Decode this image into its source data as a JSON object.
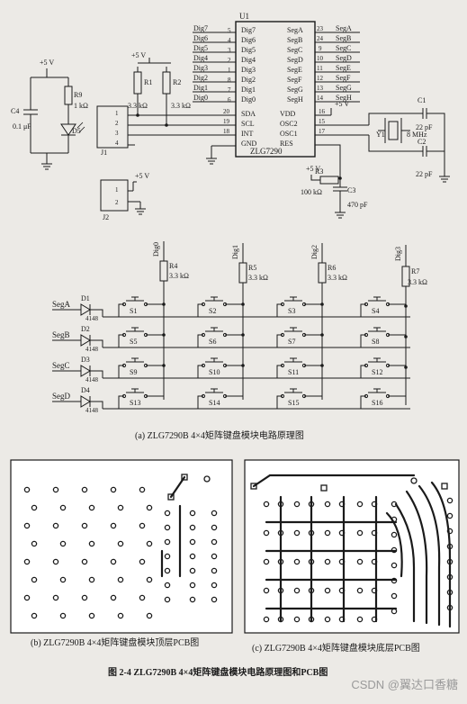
{
  "u1": {
    "name": "U1",
    "chip": "ZLG7290",
    "left_pins": [
      "Dig7",
      "Dig6",
      "Dig5",
      "Dig4",
      "Dig3",
      "Dig2",
      "Dig1",
      "Dig0"
    ],
    "left_pin_nums": [
      "5",
      "4",
      "3",
      "2",
      "1",
      "8",
      "7",
      "6"
    ],
    "right_pins": [
      "SegA",
      "SegB",
      "SegC",
      "SegD",
      "SegE",
      "SegF",
      "SegG",
      "SegH"
    ],
    "right_pin_nums": [
      "23",
      "24",
      "9",
      "10",
      "11",
      "12",
      "13",
      "14"
    ],
    "bottom_left_pins": [
      "SDA",
      "SCL",
      "INT",
      "GND"
    ],
    "bottom_left_nums": [
      "20",
      "19",
      "18",
      ""
    ],
    "bottom_right_pins": [
      "VDD",
      "OSC2",
      "OSC1",
      "RES"
    ],
    "bottom_right_nums": [
      "16",
      "15",
      "17",
      ""
    ]
  },
  "supply": "+5 V",
  "r1": {
    "name": "R1",
    "value": "3.3 kΩ"
  },
  "r2": {
    "name": "R2",
    "value": "3.3 kΩ"
  },
  "r3": {
    "name": "R3",
    "value": "100 kΩ"
  },
  "r9": {
    "name": "R9",
    "value": "1 kΩ"
  },
  "c1": {
    "name": "C1",
    "value": "22 pF"
  },
  "c2": {
    "name": "C2",
    "value": "22 pF"
  },
  "c3": {
    "name": "C3",
    "value": "470 pF"
  },
  "c4": {
    "name": "C4",
    "value": "0.1 μF"
  },
  "y1": {
    "name": "Y1",
    "value": "8 MHz"
  },
  "d5": "D5",
  "j1": {
    "name": "J1",
    "pins": [
      "1",
      "2",
      "3",
      "4"
    ]
  },
  "j2": {
    "name": "J2",
    "pins": [
      "1",
      "2"
    ]
  },
  "dig_cols": [
    {
      "net": "Dig0",
      "res": "R4",
      "value": "3.3 kΩ"
    },
    {
      "net": "Dig1",
      "res": "R5",
      "value": "3.3 kΩ"
    },
    {
      "net": "Dig2",
      "res": "R6",
      "value": "3.3 kΩ"
    },
    {
      "net": "Dig3",
      "res": "R7",
      "value": "3.3 kΩ"
    }
  ],
  "seg_rows": [
    {
      "net": "SegA",
      "diode": "D1",
      "part": "4148"
    },
    {
      "net": "SegB",
      "diode": "D2",
      "part": "4148"
    },
    {
      "net": "SegC",
      "diode": "D3",
      "part": "4148"
    },
    {
      "net": "SegD",
      "diode": "D4",
      "part": "4148"
    }
  ],
  "switches": [
    "S1",
    "S2",
    "S3",
    "S4",
    "S5",
    "S6",
    "S7",
    "S8",
    "S9",
    "S10",
    "S11",
    "S12",
    "S13",
    "S14",
    "S15",
    "S16"
  ],
  "captions": {
    "a": "(a) ZLG7290B 4×4矩阵键盘模块电路原理图",
    "b": "(b) ZLG7290B 4×4矩阵键盘模块顶层PCB图",
    "c": "(c) ZLG7290B 4×4矩阵键盘模块底层PCB图",
    "figure": "图 2-4   ZLG7290B 4×4矩阵键盘模块电路原理图和PCB图"
  },
  "watermark": "CSDN @翼达口香糖"
}
